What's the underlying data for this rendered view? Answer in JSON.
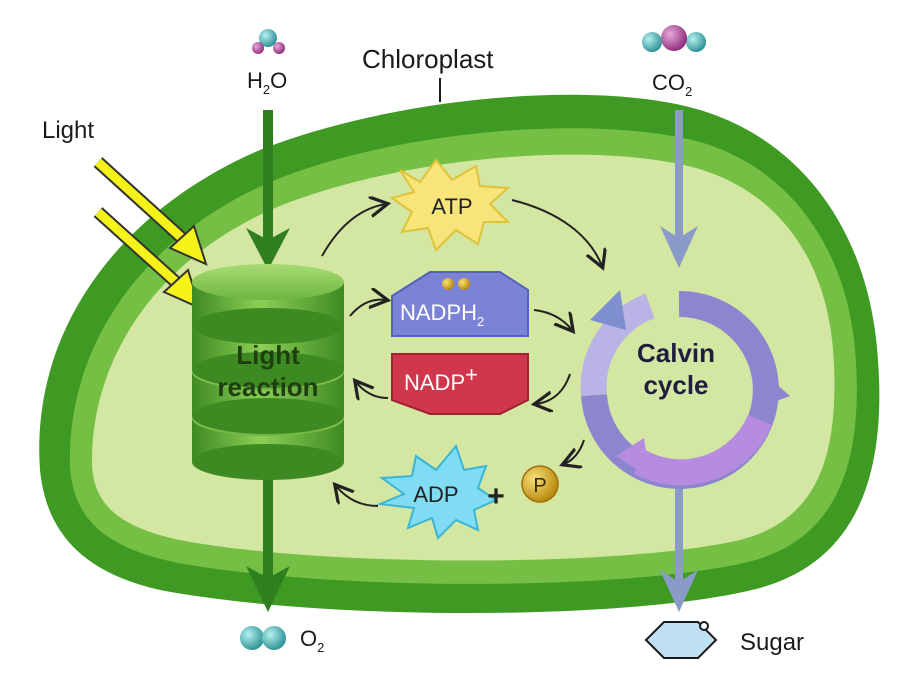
{
  "labels": {
    "chloroplast": "Chloroplast",
    "light": "Light",
    "water_main": "H",
    "water_sub": "2",
    "water_tail": "O",
    "co2_main": "CO",
    "co2_sub": "2",
    "o2_main": "O",
    "o2_sub": "2",
    "sugar": "Sugar",
    "atp": "ATP",
    "nadph_main": "NADPH",
    "nadph_sub": "2",
    "nadp_main": "NADP",
    "nadp_sup": "+",
    "adp": "ADP",
    "plus": "+",
    "phosphate": "P",
    "light_reaction_line1": "Light",
    "light_reaction_line2": "reaction",
    "calvin_line1": "Calvin",
    "calvin_line2": "cycle"
  },
  "colors": {
    "outer_membrane": "#3f9a23",
    "inner_membrane": "#7cc44a",
    "stroma": "#d3e6a2",
    "thylakoid": "#4e9e2c",
    "light_arrow": "#f5f21a",
    "water_arrow": "#2f7f1f",
    "co2_arrow": "#8a9bc9",
    "atp_burst": "#f7e57a",
    "adp_burst": "#7fdcf2",
    "nadph_box": "#7b83d6",
    "nadp_box": "#d0374d",
    "calvin_ring": "#9b8fd6",
    "phosphate": "#d9a514"
  }
}
